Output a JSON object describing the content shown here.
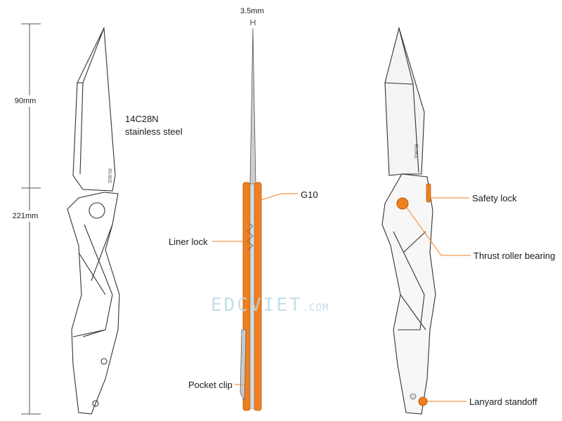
{
  "dimensions": {
    "blade_length": "90mm",
    "overall_length": "221mm",
    "thickness": "3.5mm"
  },
  "material": {
    "line1": "14C28N",
    "line2": "stainless steel"
  },
  "callouts": {
    "g10": "G10",
    "liner_lock": "Liner lock",
    "pocket_clip": "Pocket clip",
    "safety_lock": "Safety lock",
    "thrust_bearing": "Thrust roller bearing",
    "lanyard": "Lanyard standoff"
  },
  "brand_mark": "RUIKE",
  "watermark": {
    "main": "EDCVIET",
    "suffix": ".COM"
  },
  "colors": {
    "accent": "#f07f1e",
    "line": "#444444",
    "leader": "#f07f1e"
  }
}
